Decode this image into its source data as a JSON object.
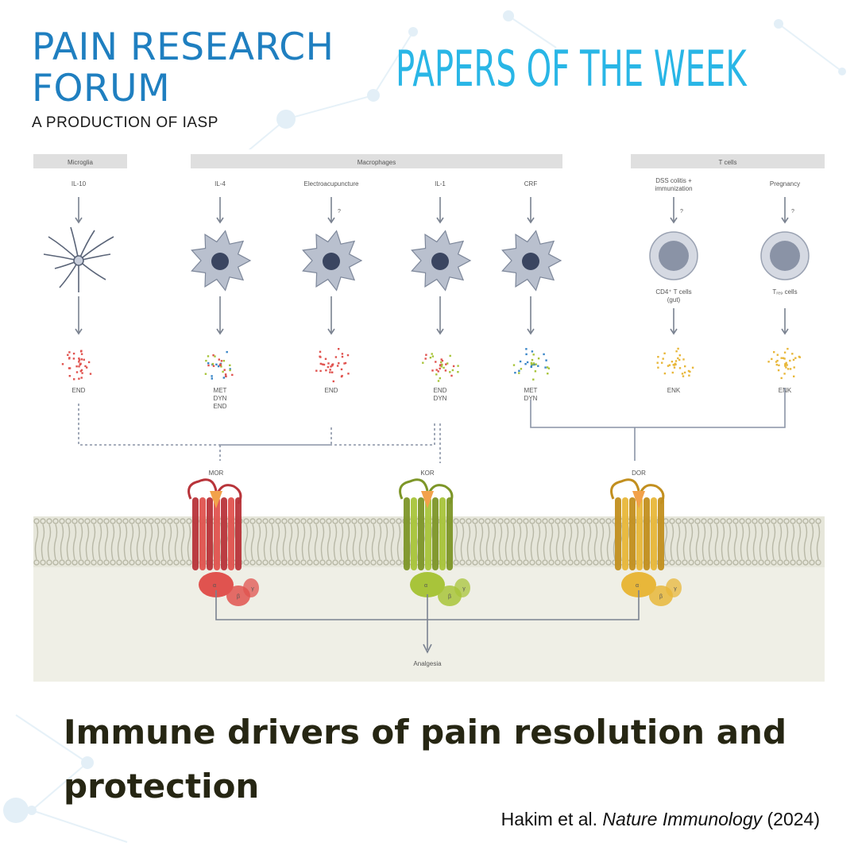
{
  "brand": {
    "line1": "PAIN RESEARCH",
    "line2": "FORUM",
    "subtitle": "A PRODUCTION OF IASP"
  },
  "headline": "PAPERS OF THE WEEK",
  "colors": {
    "brand_blue": "#1f7fc0",
    "headline_blue": "#29b6e6",
    "title_dark": "#262613",
    "mor_red": "#e0534f",
    "kor_green": "#a8c43a",
    "dor_yellow": "#e8b73a",
    "membrane_band": "#d8d8c8",
    "cytoplasm": "#efefe6"
  },
  "figure": {
    "groups": {
      "microglia": "Microglia",
      "macrophages": "Macrophages",
      "tcells": "T cells"
    },
    "stimuli": [
      "IL-10",
      "IL-4",
      "Electroacupuncture",
      "IL-1",
      "CRF",
      "DSS colitis + immunization",
      "Pregnancy"
    ],
    "question_mark": "?",
    "cell_types": {
      "cd4": "CD4⁺ T cells (gut)",
      "treg": "Tᵣₑ₉ cells"
    },
    "peptides": [
      "END",
      "MET DYN END",
      "END",
      "END DYN",
      "MET DYN",
      "ENK",
      "ENK"
    ],
    "receptors": [
      "MOR",
      "KOR",
      "DOR"
    ],
    "subunits": [
      "α",
      "β",
      "γ"
    ],
    "outcome": "Analgesia"
  },
  "title": "Immune drivers of pain resolution and protection",
  "citation": {
    "authors": "Hakim et al.",
    "journal": "Nature Immunology",
    "year": "(2024)"
  }
}
